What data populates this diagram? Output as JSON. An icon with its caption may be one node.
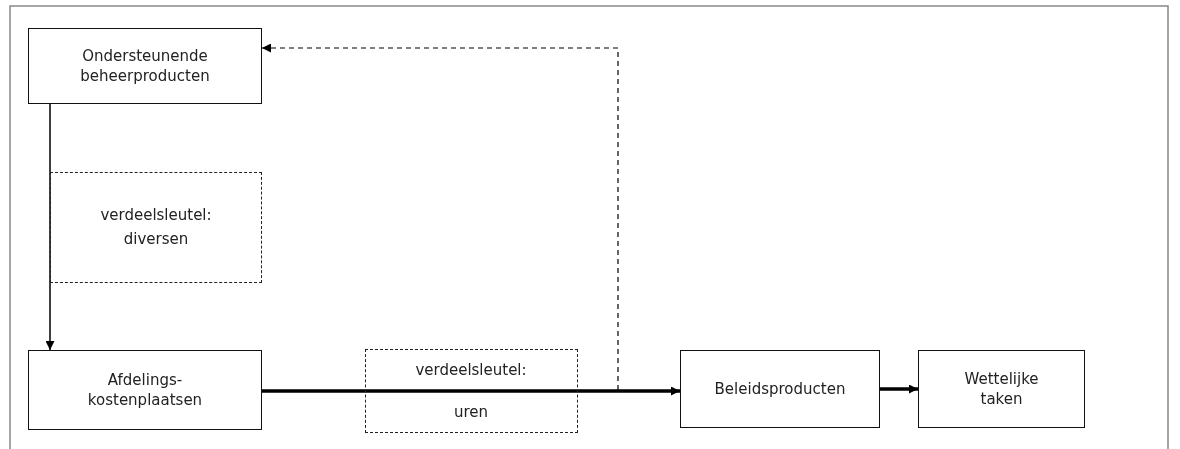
{
  "diagram": {
    "nodes": [
      {
        "text": [
          "Ondersteunende beheerproducten"
        ]
      },
      {
        "text": [
          "Afdelings-kostenplaatsen"
        ]
      },
      {
        "text": [
          "Beleidsproducten"
        ]
      },
      {
        "text": [
          "Wettelijke taken"
        ]
      }
    ],
    "edges": [
      {
        "from": 0,
        "to": 1,
        "arrow": "to",
        "label": "verdeelsleutel: diversen"
      },
      {
        "from": 1,
        "to": 2,
        "arrow": "to",
        "style": "thick",
        "label": "verdeelsleutel: uren"
      },
      {
        "from": 2,
        "to": 3,
        "arrow": "to",
        "style": "thick"
      },
      {
        "from": null,
        "to": 0,
        "arrow": "to",
        "style": "dashed"
      }
    ]
  }
}
